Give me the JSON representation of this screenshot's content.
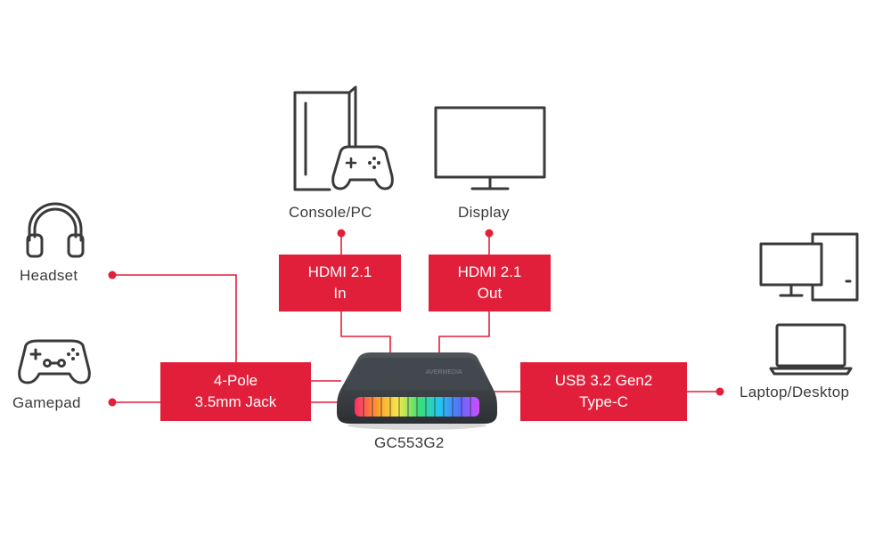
{
  "endpoints": {
    "console_pc": "Console/PC",
    "display": "Display",
    "headset": "Headset",
    "gamepad": "Gamepad",
    "laptop_desktop": "Laptop/Desktop"
  },
  "ports": {
    "hdmi_in": {
      "line1": "HDMI 2.1",
      "line2": "In"
    },
    "hdmi_out": {
      "line1": "HDMI 2.1",
      "line2": "Out"
    },
    "jack": {
      "line1": "4-Pole",
      "line2": "3.5mm Jack"
    },
    "usb": {
      "line1": "USB 3.2 Gen2",
      "line2": "Type-C"
    }
  },
  "device": {
    "model": "GC553G2",
    "logo_text": "AVERMEDIA"
  },
  "colors": {
    "accent": "#e21f3a",
    "icon_stroke": "#3a3a3a",
    "device_body": "#3b3f44"
  },
  "icons": [
    "console-tower-icon",
    "gamepad-icon",
    "monitor-icon",
    "headset-icon",
    "desktop-computer-icon",
    "laptop-icon"
  ]
}
